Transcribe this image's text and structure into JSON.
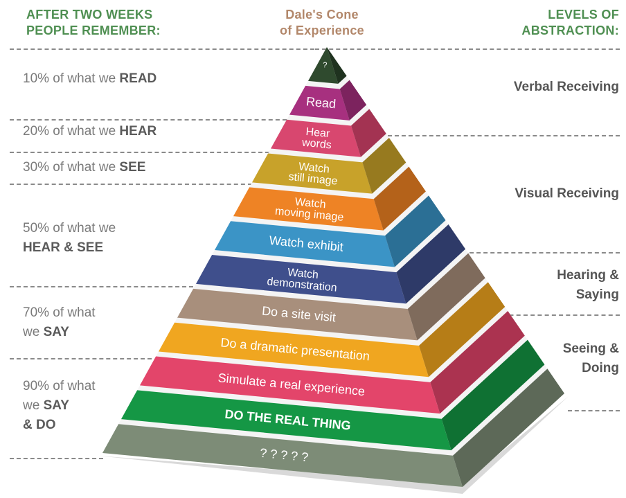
{
  "header": {
    "left_line1": "AFTER TWO WEEKS",
    "left_line2": "PEOPLE REMEMBER:",
    "center_line1": "Dale's Cone",
    "center_line2": "of Experience",
    "right_line1": "LEVELS OF",
    "right_line2": "ABSTRACTION:"
  },
  "remember": [
    {
      "pre": "10% of what we ",
      "bold": "READ"
    },
    {
      "pre": "20% of what we ",
      "bold": "HEAR"
    },
    {
      "pre": "30% of what we ",
      "bold": "SEE"
    },
    {
      "line1": "50% of what we",
      "bold": "HEAR & SEE"
    },
    {
      "line1": "70% of what",
      "pre": "we ",
      "bold": "SAY"
    },
    {
      "line1": "90% of what",
      "pre": "we ",
      "bold": "SAY",
      "bold2": "& DO"
    }
  ],
  "levels": [
    {
      "line1": "Verbal Receiving"
    },
    {
      "line1": "Visual Receiving"
    },
    {
      "line1": "Hearing &",
      "line2": "Saying"
    },
    {
      "line1": "Seeing &",
      "line2": "Doing"
    }
  ],
  "pyramid": {
    "bands": [
      {
        "line1": "?",
        "color": "#2f4a2e",
        "side": "#1f321f"
      },
      {
        "line1": "Read",
        "color": "#a7307f",
        "side": "#7c235e"
      },
      {
        "line1": "Hear",
        "line2": "words",
        "color": "#d8476f",
        "side": "#a33352"
      },
      {
        "line1": "Watch",
        "line2": "still image",
        "color": "#c8a22a",
        "side": "#977a1f"
      },
      {
        "line1": "Watch",
        "line2": "moving image",
        "color": "#ee8325",
        "side": "#b4621a"
      },
      {
        "line1": "Watch exhibit",
        "color": "#3b94c6",
        "side": "#2b6f95"
      },
      {
        "line1": "Watch",
        "line2": "demonstration",
        "color": "#3f4f8c",
        "side": "#2e3a68"
      },
      {
        "line1": "Do a site visit",
        "color": "#a88f7c",
        "side": "#7f6b5c"
      },
      {
        "line1": "Do a dramatic presentation",
        "color": "#f0a620",
        "side": "#b67d17"
      },
      {
        "line1": "Simulate a real experience",
        "color": "#e3456a",
        "side": "#ab3350"
      },
      {
        "line1": "DO THE REAL THING",
        "color": "#159745",
        "side": "#0f7133",
        "bold": true
      },
      {
        "line1": "? ? ? ? ?",
        "color": "#7d8c77",
        "side": "#5d6958"
      }
    ]
  }
}
